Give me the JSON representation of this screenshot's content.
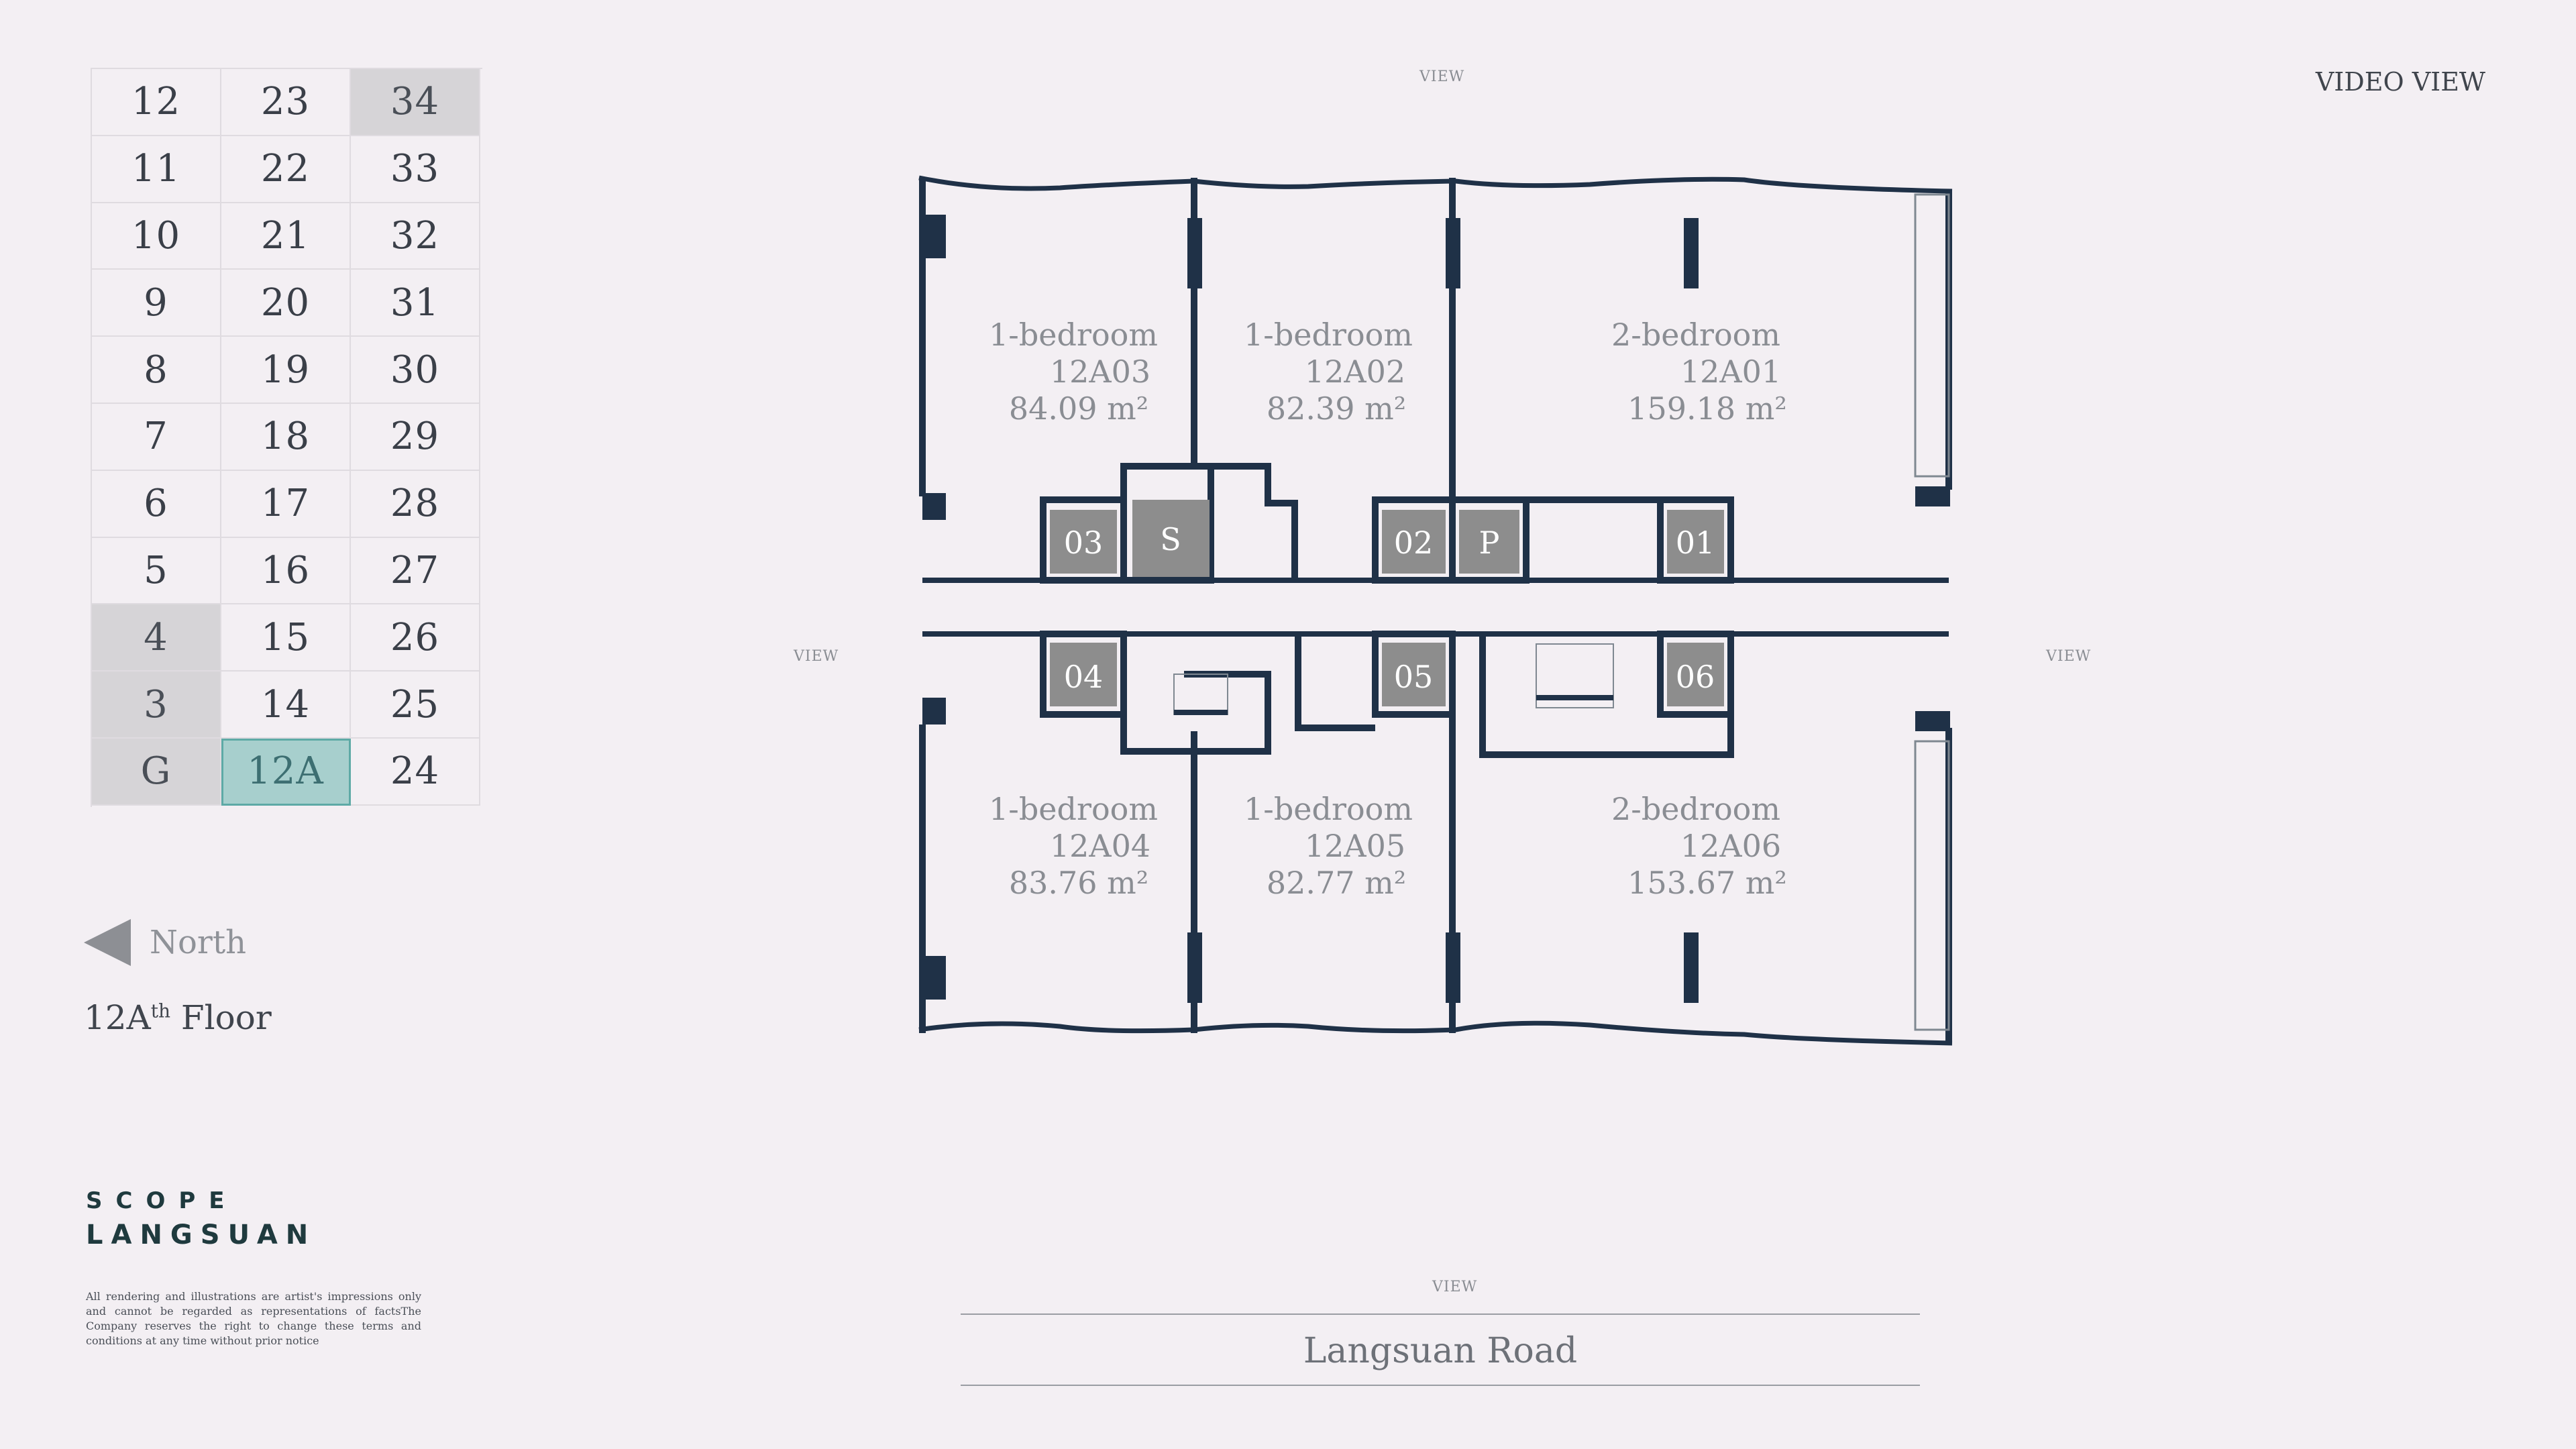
{
  "floors": [
    [
      "12",
      "23",
      "34"
    ],
    [
      "11",
      "22",
      "33"
    ],
    [
      "10",
      "21",
      "32"
    ],
    [
      "9",
      "20",
      "31"
    ],
    [
      "8",
      "19",
      "30"
    ],
    [
      "7",
      "18",
      "29"
    ],
    [
      "6",
      "17",
      "28"
    ],
    [
      "5",
      "16",
      "27"
    ],
    [
      "4",
      "15",
      "26"
    ],
    [
      "3",
      "14",
      "25"
    ],
    [
      "G",
      "12A",
      "24"
    ]
  ],
  "selected_floor": "12A",
  "north_label": "North",
  "floor_title": {
    "main": "12A",
    "sup": "th",
    "suffix": " Floor"
  },
  "brand": {
    "line1": "SCOPE",
    "line2": "LANGSUAN"
  },
  "disclaimer": "All rendering and illustrations are artist's impressions only and cannot be regarded as representations of factsThe Company reserves the right to change these terms and conditions at any time without prior notice",
  "video_view": "VIDEO VIEW",
  "view_labels": {
    "top": "VIEW",
    "left": "VIEW",
    "right": "VIEW",
    "bottom": "VIEW"
  },
  "road": "Langsuan Road",
  "units": [
    {
      "type": "1-bedroom",
      "code": "12A03",
      "area": "84.09 m²"
    },
    {
      "type": "1-bedroom",
      "code": "12A02",
      "area": "82.39 m²"
    },
    {
      "type": "2-bedroom",
      "code": "12A01",
      "area": "159.18 m²"
    },
    {
      "type": "1-bedroom",
      "code": "12A04",
      "area": "83.76 m²"
    },
    {
      "type": "1-bedroom",
      "code": "12A05",
      "area": "82.77 m²"
    },
    {
      "type": "2-bedroom",
      "code": "12A06",
      "area": "153.67 m²"
    }
  ],
  "lifts": {
    "l03": "03",
    "s": "S",
    "l02": "02",
    "p": "P",
    "l01": "01",
    "l04": "04",
    "l05": "05",
    "l06": "06"
  },
  "colors": {
    "wall": "#1f3147",
    "lift": "#8d8d8d",
    "selected": "#a7cfcd",
    "gray_cell": "#d6d4d7"
  }
}
